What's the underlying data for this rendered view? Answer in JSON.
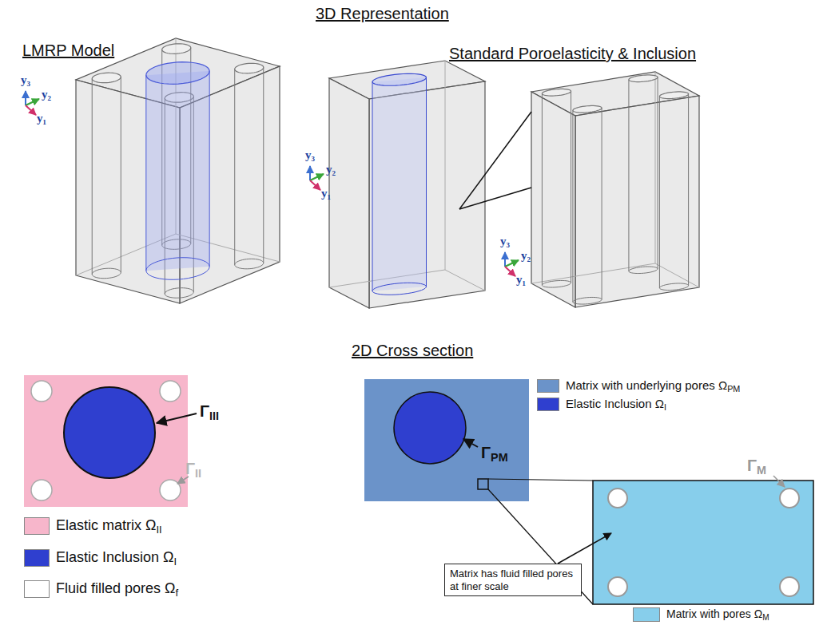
{
  "diagram": {
    "title": "3D Representation",
    "nodes": [
      {
        "text": [
          "Matrix has fluid filled pores at finer scale"
        ]
      }
    ],
    "labels": [
      "LMRP Model",
      "Standard Poroelasticity & Inclusion",
      "y₃",
      "y₂",
      "y₁",
      "y₃",
      "y₂",
      "y₁",
      "y₃",
      "y₂",
      "y₁",
      "2D Cross section",
      "ΓIII",
      "ΓII",
      "ΓPM",
      "ΓM"
    ],
    "legend": [
      {
        "text": "Elastic matrix ΩII",
        "color": "#f7b6cb"
      },
      {
        "text": "Elastic Inclusion ΩI",
        "color": "#2f3fcf"
      },
      {
        "text": "Fluid filled pores Ωf",
        "color": "#ffffff"
      },
      {
        "text": "Matrix with underlying pores ΩPM",
        "color": "#6b93c9"
      },
      {
        "text": "Elastic Inclusion ΩI",
        "color": "#2f3fcf"
      },
      {
        "text": "Matrix with pores ΩM",
        "color": "#87ceeb"
      }
    ]
  }
}
